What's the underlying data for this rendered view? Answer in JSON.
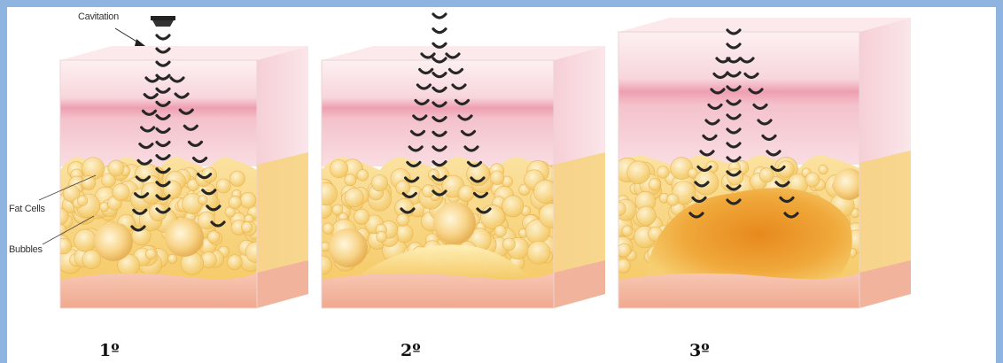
{
  "labels": {
    "cavitation": "Cavitation",
    "fat_cells": "Fat Cells",
    "bubbles": "Bubbles"
  },
  "steps": [
    "1º",
    "2º",
    "3º"
  ],
  "colors": {
    "frame_border": "#8fb4e0",
    "skin_top": "#f9dfe3",
    "dermis": "#f2b8c4",
    "fat": "#f6d27a",
    "fat_cell": "#fbe7a8",
    "muscle": "#f3b9a4",
    "melted_fat": "#e99c2b",
    "wave": "#2b2b2b"
  },
  "icons": [
    "transducer-icon",
    "ultrasound-wave-icon",
    "bubble-icon"
  ]
}
